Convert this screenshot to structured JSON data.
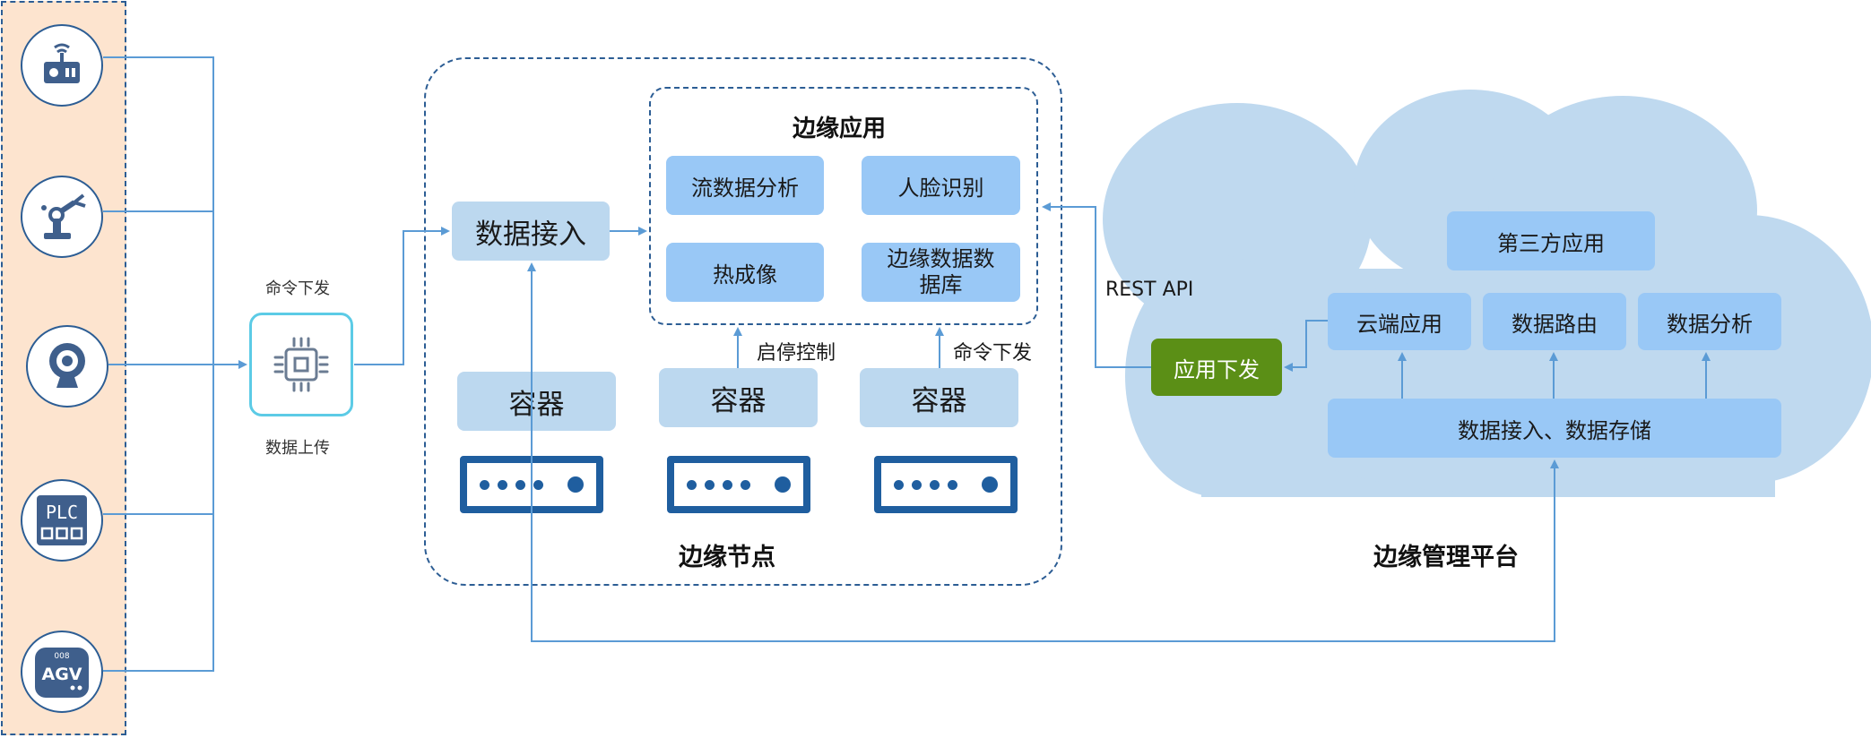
{
  "devices": [
    {
      "icon": "remote-control-icon"
    },
    {
      "icon": "robot-arm-icon"
    },
    {
      "icon": "webcam-icon"
    },
    {
      "icon": "plc-icon",
      "text": "PLC"
    },
    {
      "icon": "agv-icon",
      "text": "AGV",
      "badge": "008"
    }
  ],
  "gateway": {
    "icon": "chip-icon",
    "label_top": "命令下发",
    "label_bottom": "数据上传"
  },
  "edge_node": {
    "title": "边缘节点",
    "ingest": "数据接入",
    "containers": [
      "容器",
      "容器",
      "容器"
    ],
    "start_stop": "启停控制",
    "command": "命令下发",
    "app_panel": {
      "title": "边缘应用",
      "apps": [
        "流数据分析",
        "人脸识别",
        "热成像",
        "边缘数据数据库"
      ]
    }
  },
  "rest_api": "REST API",
  "platform": {
    "title": "边缘管理平台",
    "deploy": "应用下发",
    "third_party": "第三方应用",
    "services": [
      "云端应用",
      "数据路由",
      "数据分析"
    ],
    "storage": "数据接入、数据存储"
  },
  "colors": {
    "node_border": "#2c5d94",
    "box": "#99c8f6",
    "box_pale": "#bcd8ef",
    "cloud": "#bfd9ef",
    "arrow": "#5b9bd5",
    "deploy": "#5b8f16",
    "strip": "#fde4cf",
    "gateway_border": "#5ccbe6",
    "server": "#1f5e9f"
  }
}
